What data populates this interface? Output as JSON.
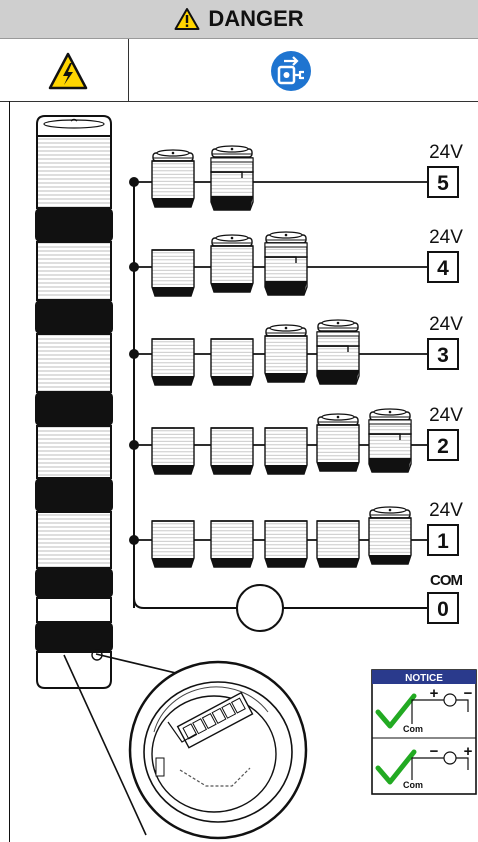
{
  "header": {
    "title": "DANGER"
  },
  "terminals": [
    {
      "id": "5",
      "voltage": "24V"
    },
    {
      "id": "4",
      "voltage": "24V"
    },
    {
      "id": "3",
      "voltage": "24V"
    },
    {
      "id": "2",
      "voltage": "24V"
    },
    {
      "id": "1",
      "voltage": "24V"
    },
    {
      "id": "0",
      "voltage": "COM"
    }
  ],
  "notice": {
    "title": "NOTICE",
    "rows": [
      {
        "sign_left": "+",
        "sign_right": "−",
        "label": "Com"
      },
      {
        "sign_left": "−",
        "sign_right": "+",
        "label": "Com"
      }
    ]
  },
  "colors": {
    "header_bg": "#cfcfcf",
    "warning_yellow": "#ffd500",
    "mandatory_blue": "#1e74d0",
    "notice_blue": "#2a3a8c",
    "check_green": "#22aa22"
  }
}
